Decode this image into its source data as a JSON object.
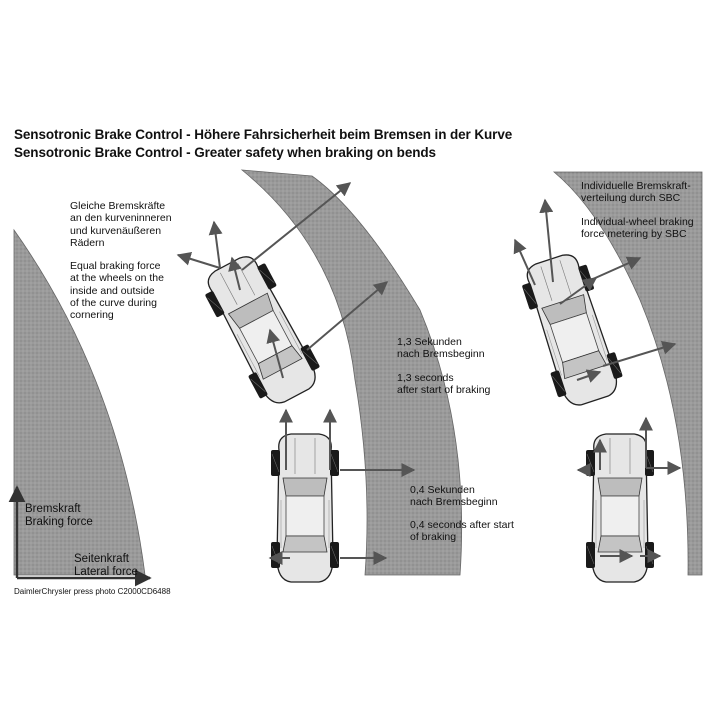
{
  "titles": {
    "german": "Sensotronic Brake Control - Höhere Fahrsicherheit beim Bremsen in der Kurve",
    "english": "Sensotronic Brake Control - Greater safety when braking on bends"
  },
  "left_callout": {
    "german": "Gleiche Bremskräfte\nan den kurveninneren\nund kurvenäußeren\nRädern",
    "english": "Equal braking force\nat the wheels on the\ninside and outside\nof the curve during\ncornering"
  },
  "time_13": {
    "german": "1,3 Sekunden\nnach Bremsbeginn",
    "english": "1,3 seconds\nafter start of braking"
  },
  "time_04": {
    "german": "0,4 Sekunden\nnach Bremsbeginn",
    "english": "0,4 seconds after start\nof braking"
  },
  "sbc_callout": {
    "german": "Individuelle Bremskraft-\nverteilung durch SBC",
    "english": "Individual-wheel braking\nforce metering by SBC"
  },
  "legend": {
    "y_axis_german": "Bremskraft",
    "y_axis_english": "Braking force",
    "x_axis_german": "Seitenkraft",
    "x_axis_english": "Lateral force"
  },
  "credit": "DaimlerChrysler press photo C2000CD6488",
  "colors": {
    "road_fill": "#8e8e8e",
    "car_body": "#e8e8e8",
    "tyre": "#1a1a1a",
    "arrow": "#555555"
  }
}
